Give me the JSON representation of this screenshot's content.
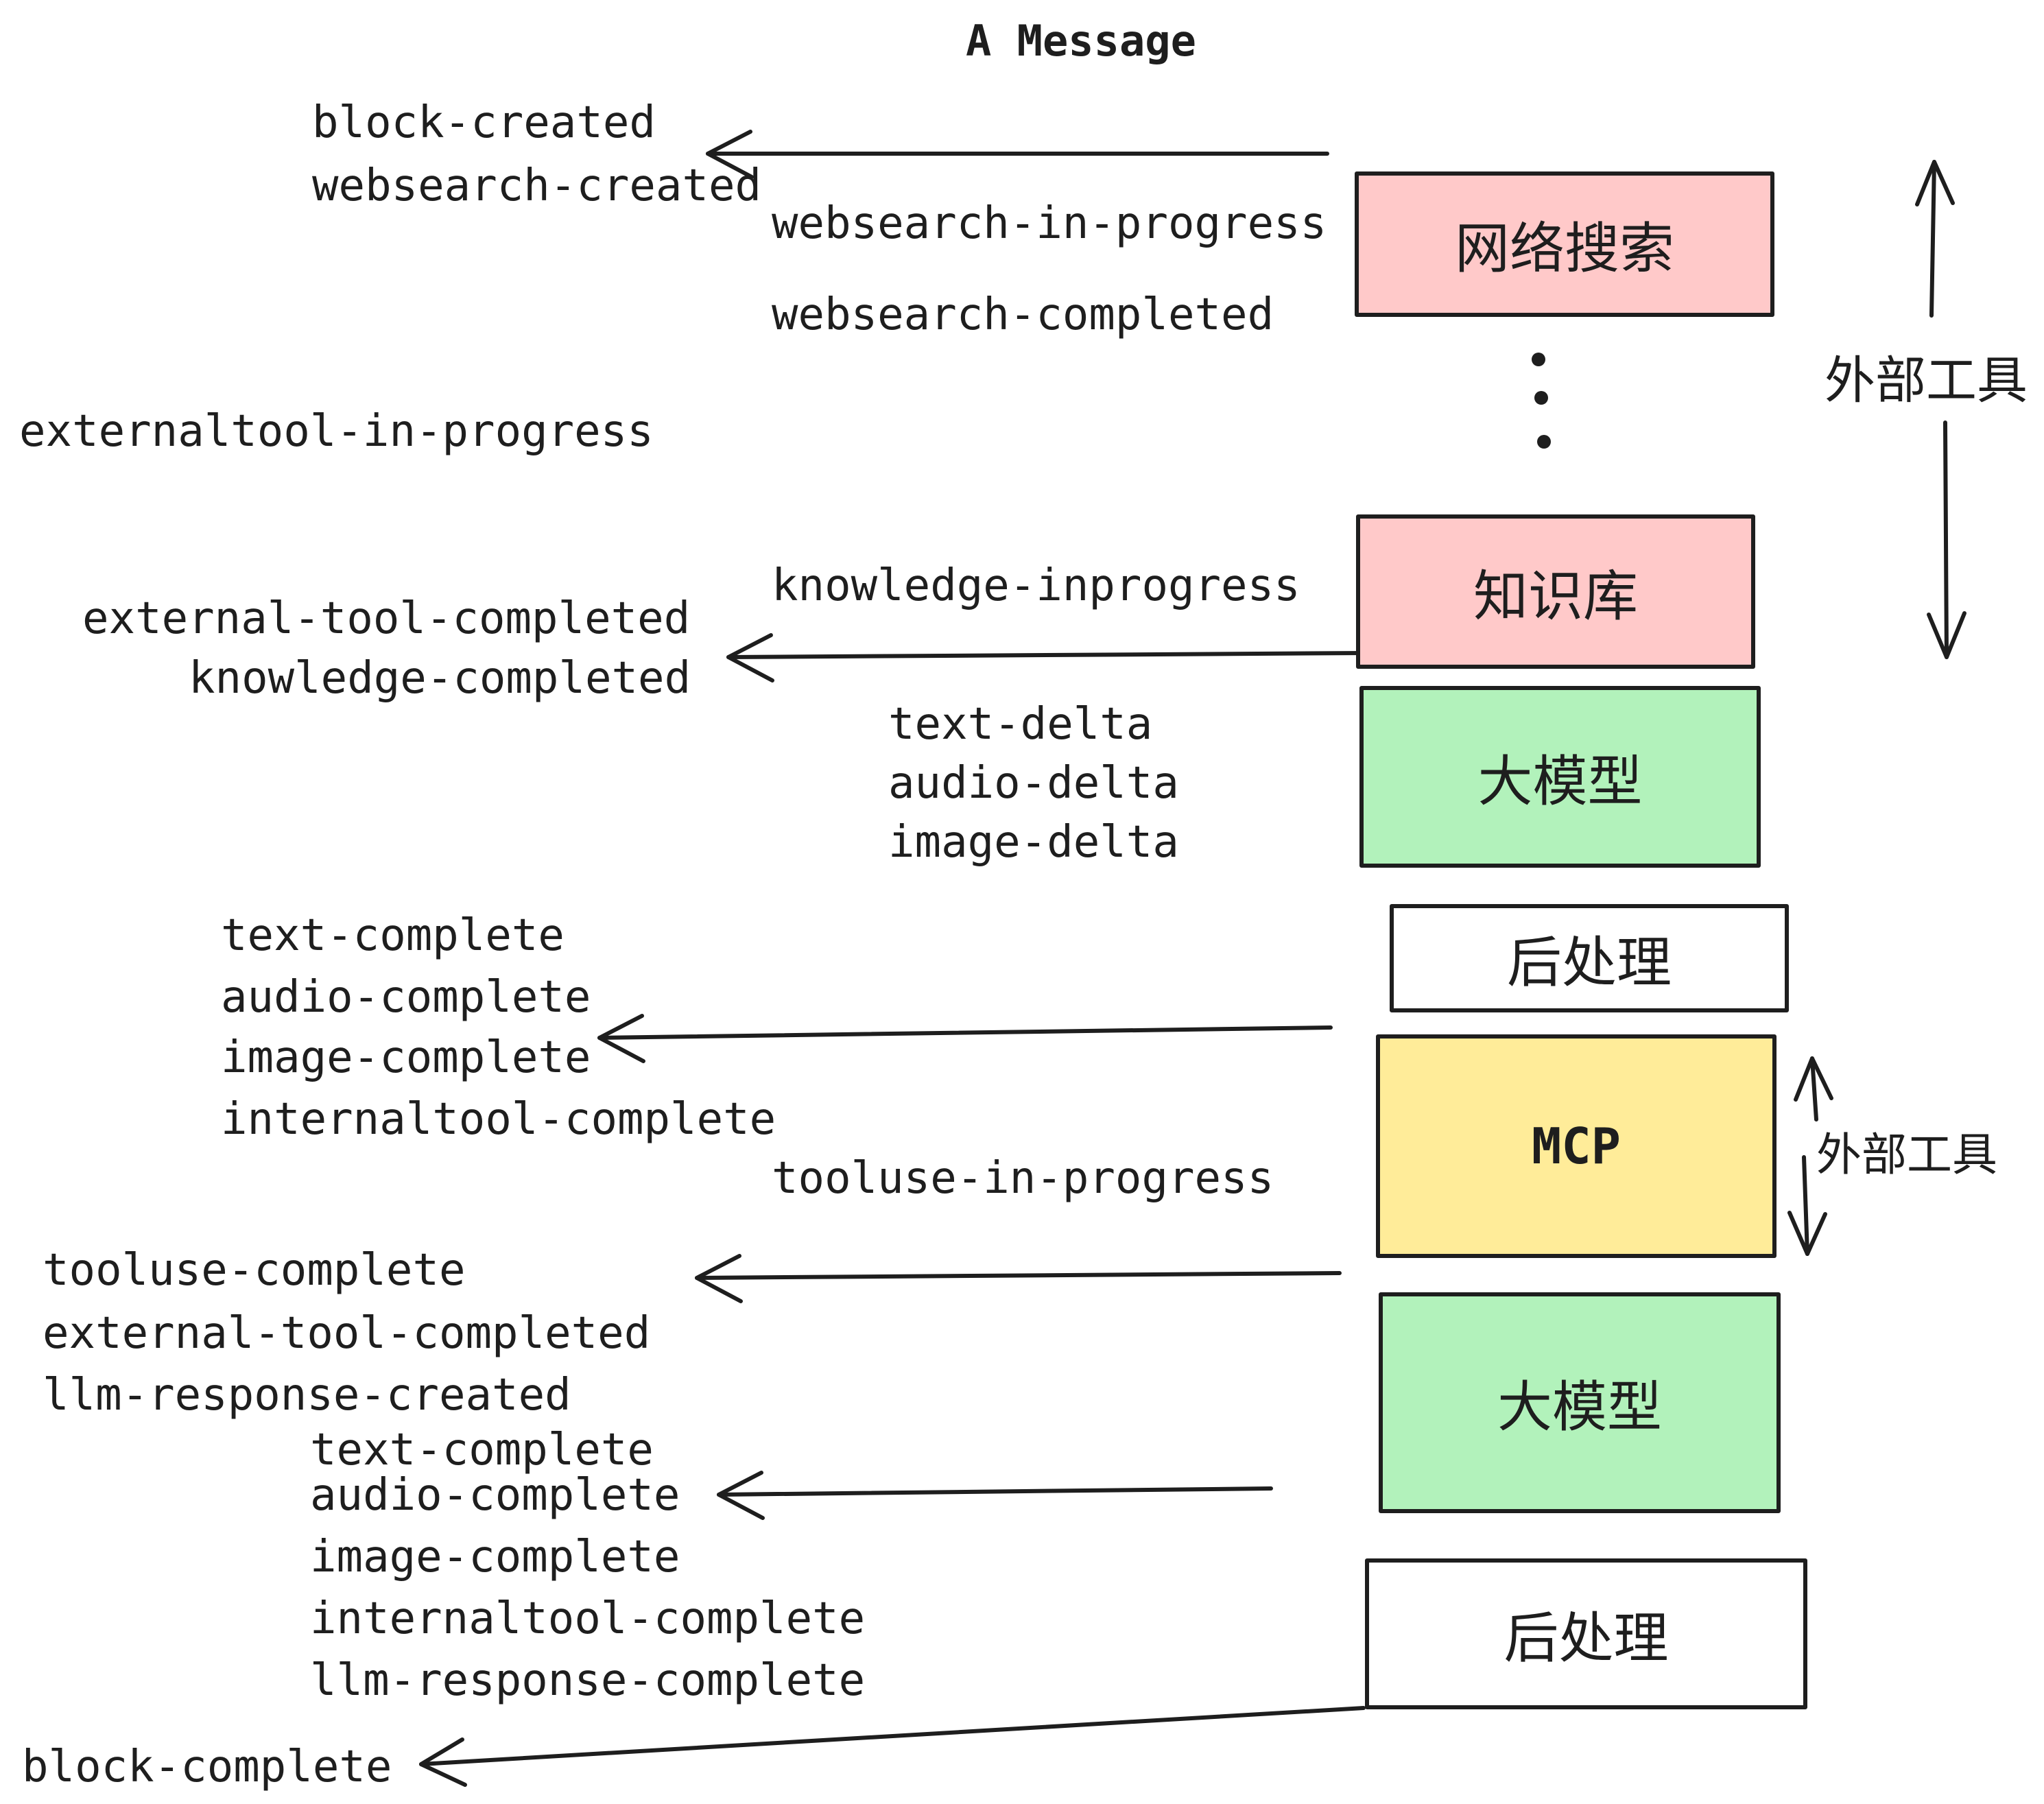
{
  "title": "A Message",
  "colors": {
    "pink": "#ffc9c9",
    "green": "#b2f2bb",
    "yellow": "#ffec99",
    "white": "#ffffff",
    "ink": "#1e1e1e",
    "background": "#ffffff"
  },
  "events": [
    {
      "text": "block-created"
    },
    {
      "text": "websearch-created"
    },
    {
      "text": "websearch-in-progress"
    },
    {
      "text": "websearch-completed"
    },
    {
      "text": "externaltool-in-progress"
    },
    {
      "text": "knowledge-inprogress"
    },
    {
      "text": "external-tool-completed"
    },
    {
      "text": "knowledge-completed"
    },
    {
      "text": "text-delta"
    },
    {
      "text": "audio-delta"
    },
    {
      "text": "image-delta"
    },
    {
      "text": "text-complete"
    },
    {
      "text": "audio-complete"
    },
    {
      "text": "image-complete"
    },
    {
      "text": "internaltool-complete"
    },
    {
      "text": "tooluse-in-progress"
    },
    {
      "text": "tooluse-complete"
    },
    {
      "text": "external-tool-completed"
    },
    {
      "text": "llm-response-created"
    },
    {
      "text": "text-complete"
    },
    {
      "text": "audio-complete"
    },
    {
      "text": "image-complete"
    },
    {
      "text": "internaltool-complete"
    },
    {
      "text": "llm-response-complete"
    },
    {
      "text": "block-complete"
    }
  ],
  "boxes": [
    {
      "label": "网络搜索",
      "fill": "pink"
    },
    {
      "label": "知识库",
      "fill": "pink"
    },
    {
      "label": "大模型",
      "fill": "green"
    },
    {
      "label": "后处理",
      "fill": "white"
    },
    {
      "label": "MCP",
      "fill": "yellow"
    },
    {
      "label": "大模型",
      "fill": "green"
    },
    {
      "label": "后处理",
      "fill": "white"
    }
  ],
  "annotations": {
    "external_tools_top": "外部工具",
    "external_tools_mcp": "外部工具"
  }
}
